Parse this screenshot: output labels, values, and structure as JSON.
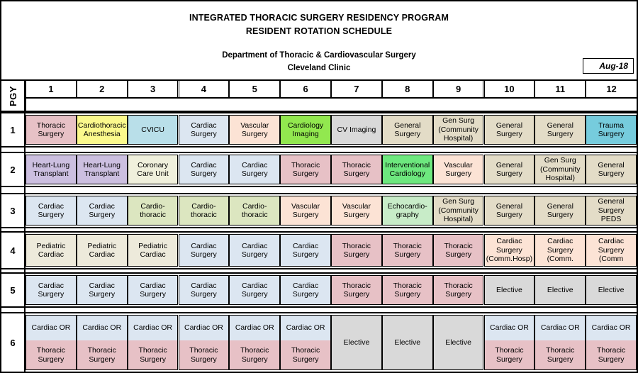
{
  "header": {
    "line1": "INTEGRATED THORACIC SURGERY RESIDENCY PROGRAM",
    "line2": "RESIDENT ROTATION SCHEDULE",
    "line3": "Department of Thoracic & Cardiovascular Surgery",
    "line4": "Cleveland Clinic",
    "date_badge": "Aug-18"
  },
  "table": {
    "corner_label": "PGY",
    "columns": [
      "1",
      "2",
      "3",
      "4",
      "5",
      "6",
      "7",
      "8",
      "9",
      "10",
      "11",
      "12"
    ]
  },
  "palette": {
    "thoracic_surgery": "#e7c1c6",
    "cardiothoracic_anesthesia": "#fbf98c",
    "cvicu": "#b9dfe9",
    "cardiac_surgery": "#dce6f1",
    "vascular_surgery": "#fce3d5",
    "cardiology_imaging": "#92e84f",
    "cv_imaging": "#d9d9d9",
    "general_surgery": "#e3dcc7",
    "trauma_surgery": "#76ccdd",
    "heart_lung_transplant": "#ccbfe0",
    "coronary_care_unit": "#f0f0dc",
    "interventional_cardiology": "#6de87e",
    "cardiothoracic": "#dce6c0",
    "echocardiography": "#c8ecc8",
    "pediatric_cardiac": "#edeadb",
    "elective": "#d9d9d9",
    "cardiac_or": "#dce6f1",
    "white": "#ffffff"
  },
  "rows": [
    {
      "pgy": "1",
      "cells": [
        {
          "lines": [
            "Thoracic",
            "Surgery"
          ],
          "color": "#e7c1c6"
        },
        {
          "lines": [
            "Cardiothoracic",
            "Anesthesia"
          ],
          "color": "#fbf98c"
        },
        {
          "lines": [
            "CVICU"
          ],
          "color": "#b9dfe9"
        },
        {
          "lines": [
            "Cardiac",
            "Surgery"
          ],
          "color": "#dce6f1"
        },
        {
          "lines": [
            "Vascular",
            "Surgery"
          ],
          "color": "#fce3d5"
        },
        {
          "lines": [
            "Cardiology",
            "Imaging"
          ],
          "color": "#92e84f"
        },
        {
          "lines": [
            "CV Imaging"
          ],
          "color": "#d9d9d9"
        },
        {
          "lines": [
            "General",
            "Surgery"
          ],
          "color": "#e3dcc7"
        },
        {
          "lines": [
            "Gen Surg",
            "(Community",
            "Hospital)"
          ],
          "color": "#e3dcc7"
        },
        {
          "lines": [
            "General",
            "Surgery"
          ],
          "color": "#e3dcc7"
        },
        {
          "lines": [
            "General",
            "Surgery"
          ],
          "color": "#e3dcc7"
        },
        {
          "lines": [
            "Trauma",
            "Surgery"
          ],
          "color": "#76ccdd"
        }
      ]
    },
    {
      "pgy": "2",
      "cells": [
        {
          "lines": [
            "Heart-Lung",
            "Transplant"
          ],
          "color": "#ccbfe0"
        },
        {
          "lines": [
            "Heart-Lung",
            "Transplant"
          ],
          "color": "#ccbfe0"
        },
        {
          "lines": [
            "Coronary",
            "Care Unit"
          ],
          "color": "#f0f0dc"
        },
        {
          "lines": [
            "Cardiac",
            "Surgery"
          ],
          "color": "#dce6f1"
        },
        {
          "lines": [
            "Cardiac",
            "Surgery"
          ],
          "color": "#dce6f1"
        },
        {
          "lines": [
            "Thoracic",
            "Surgery"
          ],
          "color": "#e7c1c6"
        },
        {
          "lines": [
            "Thoracic",
            "Surgery"
          ],
          "color": "#e7c1c6"
        },
        {
          "lines": [
            "Interventional",
            "Cardiology"
          ],
          "color": "#6de87e"
        },
        {
          "lines": [
            "Vascular",
            "Surgery"
          ],
          "color": "#fce3d5"
        },
        {
          "lines": [
            "General",
            "Surgery"
          ],
          "color": "#e3dcc7"
        },
        {
          "lines": [
            "Gen Surg",
            "(Community",
            "Hospital)"
          ],
          "color": "#e3dcc7"
        },
        {
          "lines": [
            "General",
            "Surgery"
          ],
          "color": "#e3dcc7"
        }
      ]
    },
    {
      "pgy": "3",
      "cells": [
        {
          "lines": [
            "Cardiac",
            "Surgery"
          ],
          "color": "#dce6f1"
        },
        {
          "lines": [
            "Cardiac",
            "Surgery"
          ],
          "color": "#dce6f1"
        },
        {
          "lines": [
            "Cardio-",
            "thoracic"
          ],
          "color": "#dce6c0"
        },
        {
          "lines": [
            "Cardio-",
            "thoracic"
          ],
          "color": "#dce6c0"
        },
        {
          "lines": [
            "Cardio-",
            "thoracic"
          ],
          "color": "#dce6c0"
        },
        {
          "lines": [
            "Vascular",
            "Surgery"
          ],
          "color": "#fce3d5"
        },
        {
          "lines": [
            "Vascular",
            "Surgery"
          ],
          "color": "#fce3d5"
        },
        {
          "lines": [
            "Echocardio-",
            "graphy"
          ],
          "color": "#c8ecc8"
        },
        {
          "lines": [
            "Gen Surg",
            "(Community",
            "Hospital)"
          ],
          "color": "#e3dcc7"
        },
        {
          "lines": [
            "General",
            "Surgery"
          ],
          "color": "#e3dcc7"
        },
        {
          "lines": [
            "General",
            "Surgery"
          ],
          "color": "#e3dcc7"
        },
        {
          "lines": [
            "General",
            "Surgery",
            "PEDS"
          ],
          "color": "#e3dcc7"
        }
      ]
    },
    {
      "pgy": "4",
      "cells": [
        {
          "lines": [
            "Pediatric",
            "Cardiac"
          ],
          "color": "#edeadb"
        },
        {
          "lines": [
            "Pediatric",
            "Cardiac"
          ],
          "color": "#edeadb"
        },
        {
          "lines": [
            "Pediatric",
            "Cardiac"
          ],
          "color": "#edeadb"
        },
        {
          "lines": [
            "Cardiac",
            "Surgery"
          ],
          "color": "#dce6f1"
        },
        {
          "lines": [
            "Cardiac",
            "Surgery"
          ],
          "color": "#dce6f1"
        },
        {
          "lines": [
            "Cardiac",
            "Surgery"
          ],
          "color": "#dce6f1"
        },
        {
          "lines": [
            "Thoracic",
            "Surgery"
          ],
          "color": "#e7c1c6"
        },
        {
          "lines": [
            "Thoracic",
            "Surgery"
          ],
          "color": "#e7c1c6"
        },
        {
          "lines": [
            "Thoracic",
            "Surgery"
          ],
          "color": "#e7c1c6"
        },
        {
          "lines": [
            "Cardiac",
            "Surgery",
            "(Comm.Hosp)"
          ],
          "color": "#fce3d5"
        },
        {
          "lines": [
            "Cardiac",
            "Surgery",
            "(Comm."
          ],
          "color": "#fce3d5"
        },
        {
          "lines": [
            "Cardiac",
            "Surgery",
            "(Comm"
          ],
          "color": "#fce3d5"
        }
      ]
    },
    {
      "pgy": "5",
      "cells": [
        {
          "lines": [
            "Cardiac",
            "Surgery"
          ],
          "color": "#dce6f1"
        },
        {
          "lines": [
            "Cardiac",
            "Surgery"
          ],
          "color": "#dce6f1"
        },
        {
          "lines": [
            "Cardiac",
            "Surgery"
          ],
          "color": "#dce6f1"
        },
        {
          "lines": [
            "Cardiac",
            "Surgery"
          ],
          "color": "#dce6f1"
        },
        {
          "lines": [
            "Cardiac",
            "Surgery"
          ],
          "color": "#dce6f1"
        },
        {
          "lines": [
            "Cardiac",
            "Surgery"
          ],
          "color": "#dce6f1"
        },
        {
          "lines": [
            "Thoracic",
            "Surgery"
          ],
          "color": "#e7c1c6"
        },
        {
          "lines": [
            "Thoracic",
            "Surgery"
          ],
          "color": "#e7c1c6"
        },
        {
          "lines": [
            "Thoracic",
            "Surgery"
          ],
          "color": "#e7c1c6"
        },
        {
          "lines": [
            "Elective"
          ],
          "color": "#d9d9d9"
        },
        {
          "lines": [
            "Elective"
          ],
          "color": "#d9d9d9"
        },
        {
          "lines": [
            "Elective"
          ],
          "color": "#d9d9d9"
        }
      ]
    },
    {
      "pgy": "6",
      "cells": [
        {
          "split": true,
          "top": "Cardiac OR",
          "top_color": "#dce6f1",
          "lines": [
            "Thoracic",
            "Surgery"
          ],
          "color": "#e7c1c6"
        },
        {
          "split": true,
          "top": "Cardiac OR",
          "top_color": "#dce6f1",
          "lines": [
            "Thoracic",
            "Surgery"
          ],
          "color": "#e7c1c6"
        },
        {
          "split": true,
          "top": "Cardiac OR",
          "top_color": "#dce6f1",
          "lines": [
            "Thoracic",
            "Surgery"
          ],
          "color": "#e7c1c6"
        },
        {
          "split": true,
          "top": "Cardiac OR",
          "top_color": "#dce6f1",
          "lines": [
            "Thoracic",
            "Surgery"
          ],
          "color": "#e7c1c6"
        },
        {
          "split": true,
          "top": "Cardiac OR",
          "top_color": "#dce6f1",
          "lines": [
            "Thoracic",
            "Surgery"
          ],
          "color": "#e7c1c6"
        },
        {
          "split": true,
          "top": "Cardiac OR",
          "top_color": "#dce6f1",
          "lines": [
            "Thoracic",
            "Surgery"
          ],
          "color": "#e7c1c6"
        },
        {
          "lines": [
            "Elective"
          ],
          "color": "#d9d9d9"
        },
        {
          "lines": [
            "Elective"
          ],
          "color": "#d9d9d9"
        },
        {
          "lines": [
            "Elective"
          ],
          "color": "#d9d9d9"
        },
        {
          "split": true,
          "top": "Cardiac OR",
          "top_color": "#dce6f1",
          "lines": [
            "Thoracic",
            "Surgery"
          ],
          "color": "#e7c1c6"
        },
        {
          "split": true,
          "top": "Cardiac OR",
          "top_color": "#dce6f1",
          "lines": [
            "Thoracic",
            "Surgery"
          ],
          "color": "#e7c1c6"
        },
        {
          "split": true,
          "top": "Cardiac OR",
          "top_color": "#dce6f1",
          "lines": [
            "Thoracic",
            "Surgery"
          ],
          "color": "#e7c1c6"
        }
      ]
    }
  ]
}
